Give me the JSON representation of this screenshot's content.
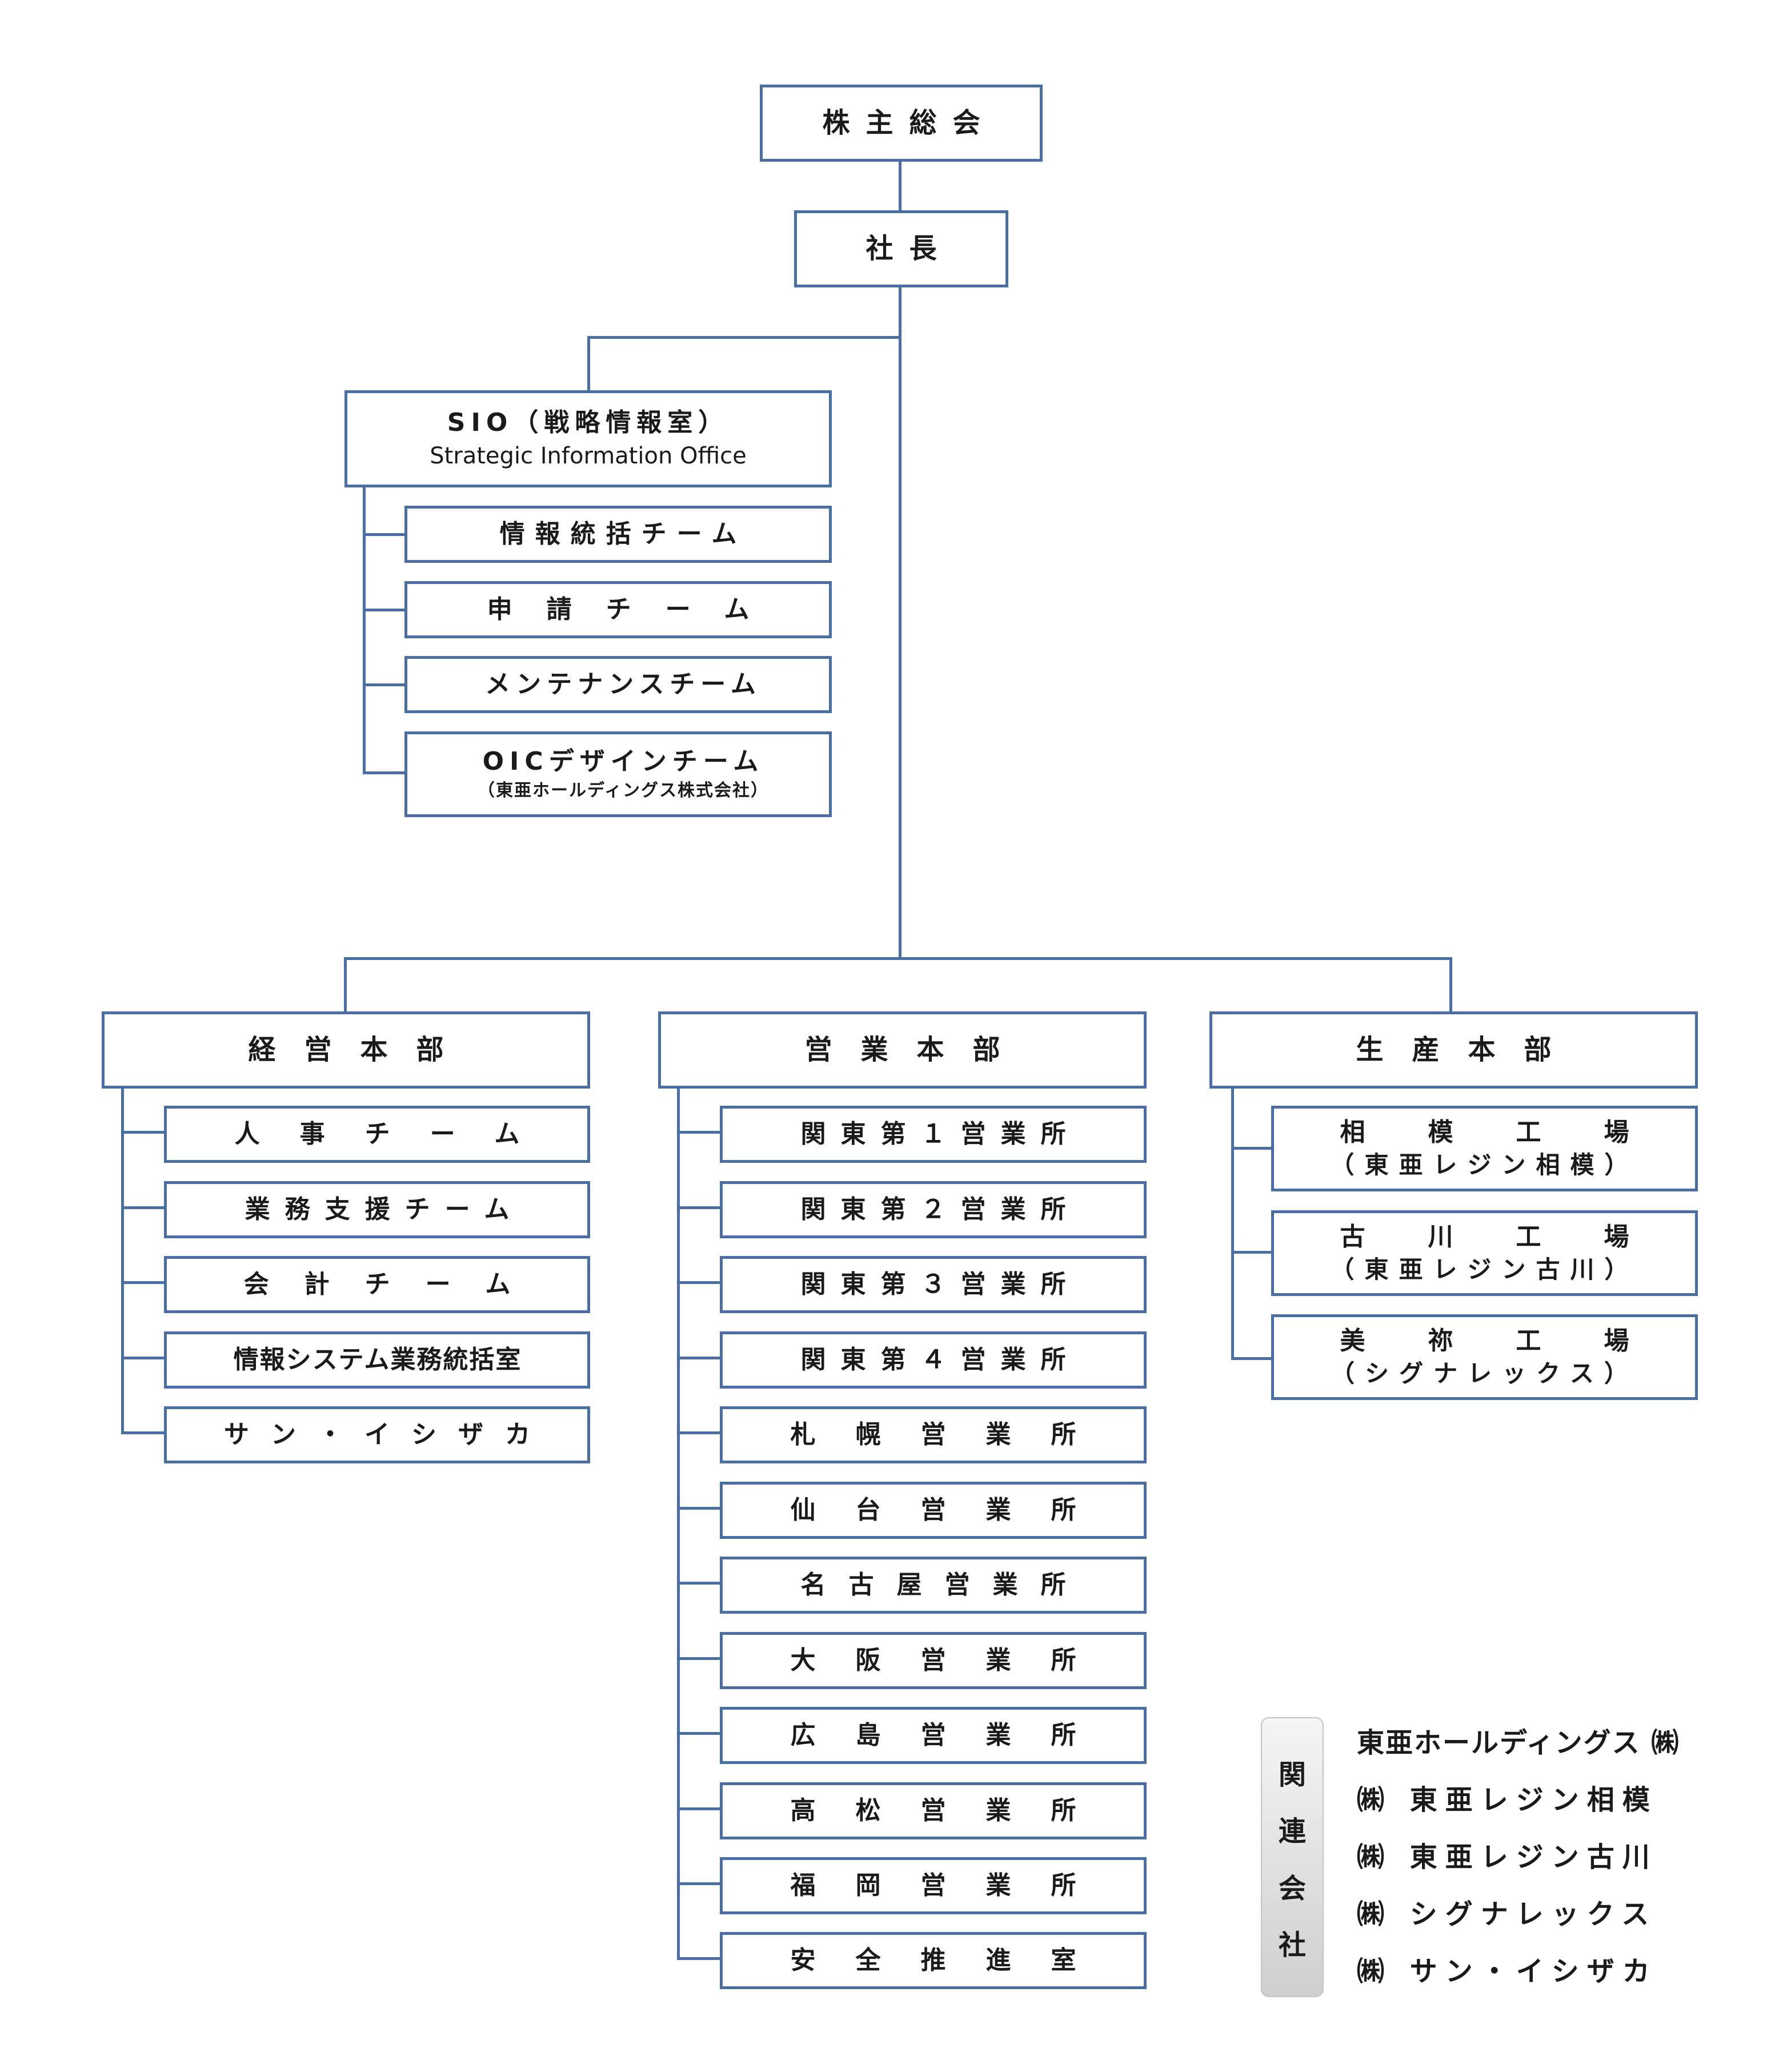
{
  "shareholders": "株主総会",
  "president": "社長",
  "sio": {
    "title": "SIO（戦略情報室）",
    "subtitle": "Strategic Information Office",
    "teams": [
      {
        "label": "情報統括チーム"
      },
      {
        "label": "申請チーム"
      },
      {
        "label": "メンテナンスチーム"
      },
      {
        "label": "OICデザインチーム",
        "note": "（東亜ホールディングス株式会社）"
      }
    ]
  },
  "divisions": [
    {
      "label": "経営本部",
      "units": [
        {
          "label": "人事チーム"
        },
        {
          "label": "業務支援チーム"
        },
        {
          "label": "会計チーム"
        },
        {
          "label": "情報システム業務統括室"
        },
        {
          "label": "サン・イシザカ"
        }
      ]
    },
    {
      "label": "営業本部",
      "units": [
        {
          "label": "関東第１営業所"
        },
        {
          "label": "関東第２営業所"
        },
        {
          "label": "関東第３営業所"
        },
        {
          "label": "関東第４営業所"
        },
        {
          "label": "札幌営業所"
        },
        {
          "label": "仙台営業所"
        },
        {
          "label": "名古屋営業所"
        },
        {
          "label": "大阪営業所"
        },
        {
          "label": "広島営業所"
        },
        {
          "label": "高松営業所"
        },
        {
          "label": "福岡営業所"
        },
        {
          "label": "安全推進室"
        }
      ]
    },
    {
      "label": "生産本部",
      "units": [
        {
          "label": "相模工場",
          "note": "（東亜レジン相模）"
        },
        {
          "label": "古川工場",
          "note": "（東亜レジン古川）"
        },
        {
          "label": "美祢工場",
          "note": "（シグナレックス）"
        }
      ]
    }
  ],
  "related": {
    "tag": [
      "関",
      "連",
      "会",
      "社"
    ],
    "companies": [
      "東亜ホールディングス ㈱",
      "㈱ 東亜レジン相模",
      "㈱ 東亜レジン古川",
      "㈱ シグナレックス",
      "㈱ サン・イシザカ"
    ]
  }
}
